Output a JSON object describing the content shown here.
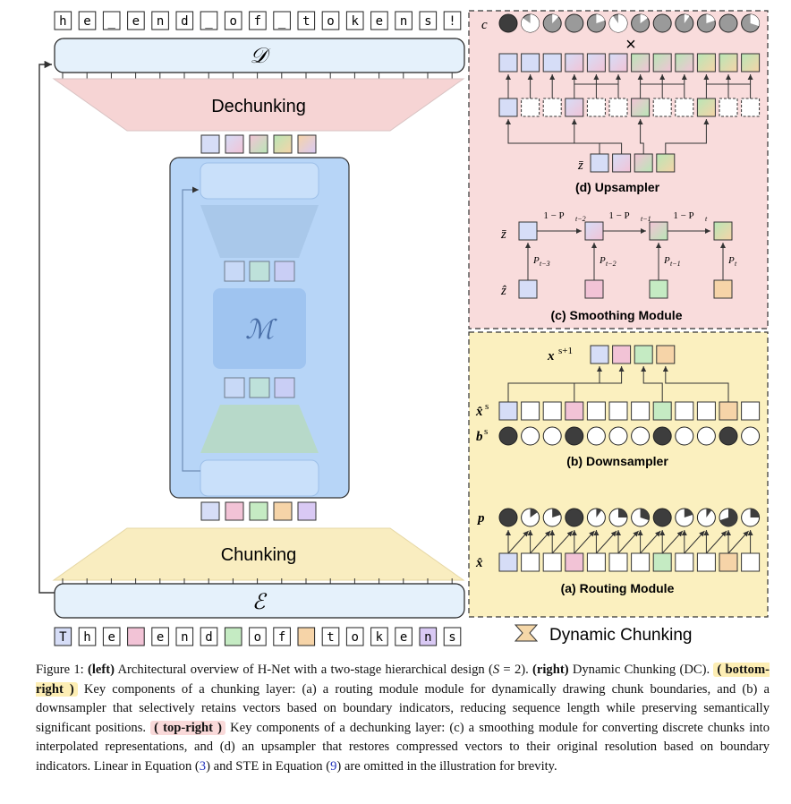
{
  "top_tokens": [
    "h",
    "e",
    "_",
    "e",
    "n",
    "d",
    "_",
    "o",
    "f",
    "_",
    "t",
    "o",
    "k",
    "e",
    "n",
    "s",
    "!"
  ],
  "bottom_tokens": [
    "T",
    "h",
    "e",
    "",
    "e",
    "n",
    "d",
    "",
    "o",
    "f",
    "",
    "t",
    "o",
    "k",
    "e",
    "n",
    "s"
  ],
  "left": {
    "decoder_label": "𝒟",
    "dechunking_label": "Dechunking",
    "main_label": "ℳ",
    "chunking_label": "Chunking",
    "encoder_label": "ℰ"
  },
  "right": {
    "upsampler": {
      "title": "(d) Upsampler",
      "c_label": "c",
      "times": "×",
      "zbar": "z̄"
    },
    "smoothing": {
      "title": "(c) Smoothing Module",
      "zbar": "z̄",
      "zhat": "ẑ",
      "edge_labels": [
        "1 − P",
        "1 − P",
        "1 − P"
      ],
      "edge_subs": [
        "t−2",
        "t−1",
        "t"
      ],
      "prob_labels": [
        "P",
        "P",
        "P",
        "P"
      ],
      "prob_subs": [
        "t−3",
        "t−2",
        "t−1",
        "t"
      ]
    },
    "downsampler": {
      "title": "(b) Downsampler",
      "x_next": "x",
      "x_next_sup": "s+1",
      "xhat": "x̂",
      "xhat_sup": "s",
      "b": "b",
      "b_sup": "s"
    },
    "routing": {
      "title": "(a) Routing Module",
      "p": "p",
      "xhat": "x̂"
    }
  },
  "legend": {
    "label": "Dynamic Chunking"
  },
  "caption": {
    "fig": "Figure 1:",
    "left_b": "(left)",
    "t1": "Architectural overview of H-Net with a two-stage hierarchical design (",
    "S": "S",
    "t2": " = 2).",
    "right_b": "(right)",
    "t3": "Dynamic Chunking (DC).",
    "br_b": "bottom-right",
    "t4": "Key components of a chunking layer: (a) a routing module module for dynamically drawing chunk boundaries, and (b) a downsampler that selectively retains vectors based on boundary indicators, reducing sequence length while preserving semantically significant positions.",
    "tr_b": "top-right",
    "t5": "Key components of a dechunking layer: (c) a smoothing module for converting discrete chunks into interpolated representations, and (d) an upsampler that restores compressed vectors to their original resolution based on boundary indicators. Linear in Equation (",
    "ref1": "3",
    "t6": ") and STE in Equation (",
    "ref2": "9",
    "t7": ") are omitted in the illustration for brevity."
  },
  "colors": {
    "blue": "#d6ddf7",
    "pink": "#f2c3d6",
    "green": "#c5ebc3",
    "orange": "#f6d4a8",
    "purple": "#d9c9f4",
    "pink_panel": "#f9dcdc",
    "yellow_panel": "#fbf0bf",
    "main_block": "#b7d5f7"
  }
}
